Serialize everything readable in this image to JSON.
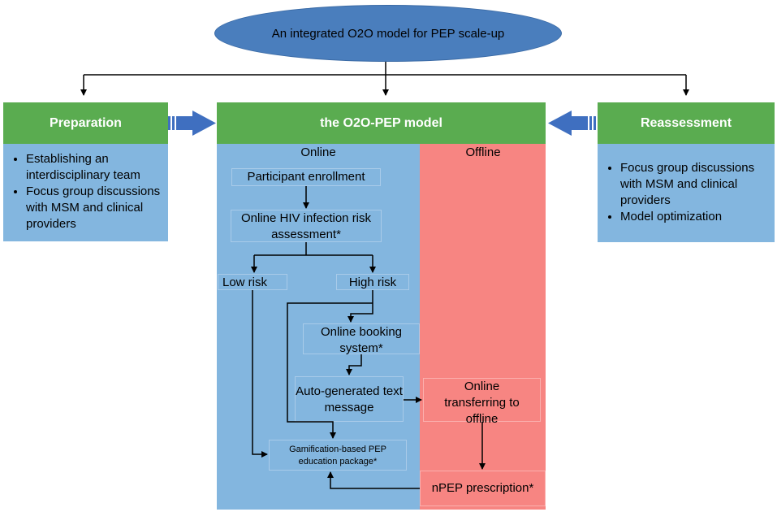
{
  "header": {
    "title": "An integrated O2O model for PEP scale-up"
  },
  "preparation": {
    "title": "Preparation",
    "items": [
      "Establishing an interdisciplinary team",
      "Focus group discussions with MSM and clinical providers"
    ]
  },
  "model": {
    "title": "the O2O-PEP model",
    "online_label": "Online",
    "offline_label": "Offline"
  },
  "reassessment": {
    "title": "Reassessment",
    "items": [
      "Focus group discussions with MSM and clinical providers",
      "Model optimization"
    ]
  },
  "nodes": {
    "enrollment": "Participant enrollment",
    "risk_assessment": "Online HIV infection risk assessment*",
    "low_risk": "Low risk",
    "high_risk": "High risk",
    "booking": "Online booking system*",
    "text_message": "Auto-generated text message",
    "transfer": "Online transferring to offline",
    "education": "Gamification-based PEP education package*",
    "prescription": "nPEP prescription*"
  },
  "colors": {
    "ellipse": "#4a7ebd",
    "green": "#5aac50",
    "online_blue": "#83b6df",
    "offline_red": "#f78582",
    "arrow_blue": "#3f6fc0"
  }
}
